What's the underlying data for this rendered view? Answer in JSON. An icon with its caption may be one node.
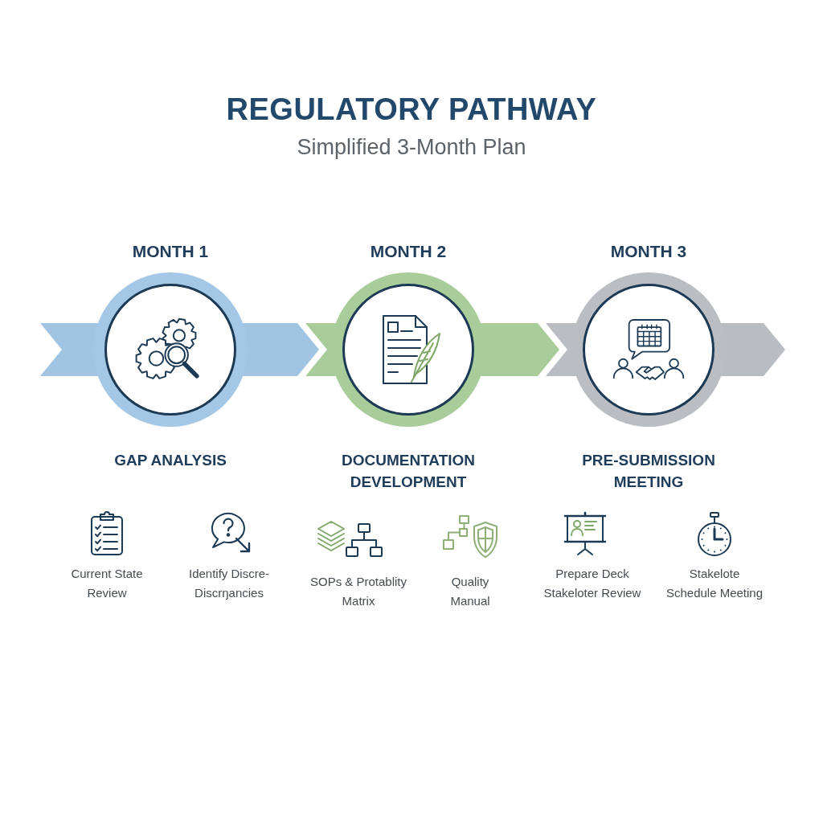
{
  "diagram": {
    "title": "REGULATORY PATHWAY",
    "nodes": [
      {
        "text": [
          "MONTH 1"
        ],
        "beside": [
          "GAP ANALYSIS"
        ]
      },
      {
        "text": [
          "MONTH 2"
        ],
        "beside": [
          "DOCUMENTATION DEVELOPMENT"
        ]
      },
      {
        "text": [
          "MONTH 3"
        ],
        "beside": [
          "PRE-SUBMISSION MEETING"
        ]
      }
    ],
    "edges": [
      {
        "from": null,
        "to": 0,
        "arrow": "none",
        "color": "#a0c4e2"
      },
      {
        "from": 0,
        "to": 1,
        "arrow": "to",
        "color": "#a0c4e2"
      },
      {
        "from": 1,
        "to": 2,
        "arrow": "to",
        "color": "#a9cd9a"
      },
      {
        "from": 2,
        "to": null,
        "arrow": "to",
        "color": "#b9bdc1"
      }
    ],
    "labels": [
      "Simplified 3-Month Plan",
      "Current State Review",
      "Identify Discre- Discrŋancies",
      "SOPs & Protablity Matrix",
      "Quality Manual",
      "Prepare Deck Stakeloter Review",
      "Stakelote Schedule Meeting"
    ]
  }
}
